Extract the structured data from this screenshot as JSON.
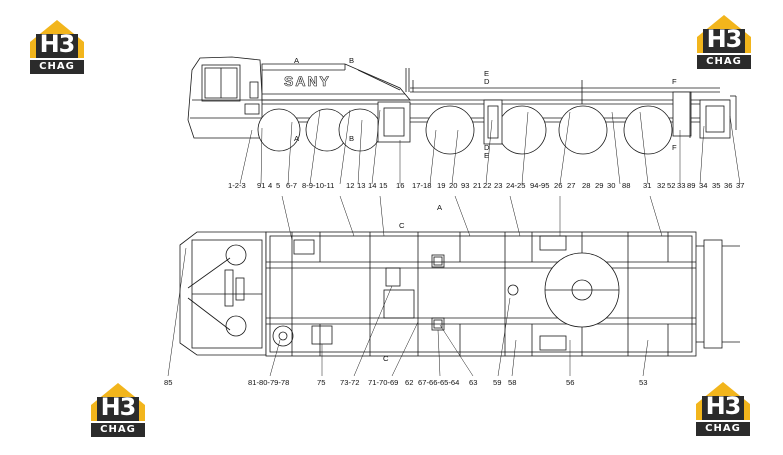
{
  "logos": {
    "mark": "H3",
    "name": "CHAG"
  },
  "brand": {
    "name": "SANY"
  },
  "section_marks": {
    "a": "A",
    "b": "B",
    "c": "C",
    "d": "D",
    "e": "E",
    "f": "F"
  },
  "side_labels": [
    "1-2-3",
    "91",
    "4",
    "5",
    "6-7",
    "8-9-10-11",
    "12",
    "13",
    "14",
    "15",
    "16",
    "17-18",
    "19",
    "20",
    "93",
    "21",
    "22",
    "23",
    "24-25",
    "94-95",
    "26",
    "27",
    "28",
    "29",
    "30",
    "88",
    "31",
    "32",
    "52",
    "33",
    "89",
    "34",
    "35",
    "36",
    "37"
  ],
  "plan_labels": [
    "85",
    "81-80-79-78",
    "75",
    "73-72",
    "71-70-69",
    "62",
    "67-66-65-64",
    "63",
    "59",
    "58",
    "56",
    "53"
  ],
  "colors": {
    "logo_yellow": "#f2b51c",
    "logo_dark": "#2b2b2b",
    "line": "#1a1a1a"
  }
}
